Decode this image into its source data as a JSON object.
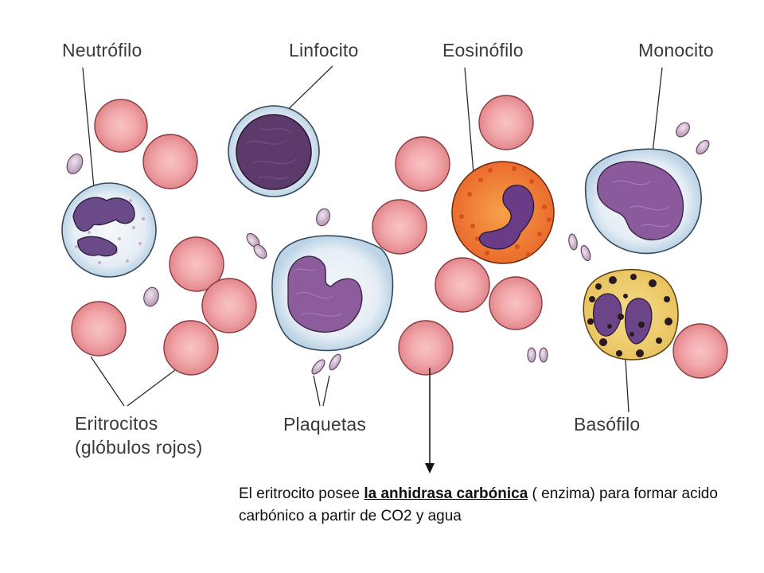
{
  "labels": {
    "neutrofilo": "Neutrófilo",
    "linfocito": "Linfocito",
    "eosinofilo": "Eosinófilo",
    "monocito": "Monocito",
    "eritrocitos_1": "Eritrocitos",
    "eritrocitos_2": "(glóbulos rojos)",
    "plaquetas": "Plaquetas",
    "basofilo": "Basófilo"
  },
  "caption": {
    "part1": "El eritrocito posee ",
    "emphasis": "la anhidrasa carbónica",
    "part2": " ( enzima) para formar acido carbónico a partir de CO2 y agua"
  }
}
